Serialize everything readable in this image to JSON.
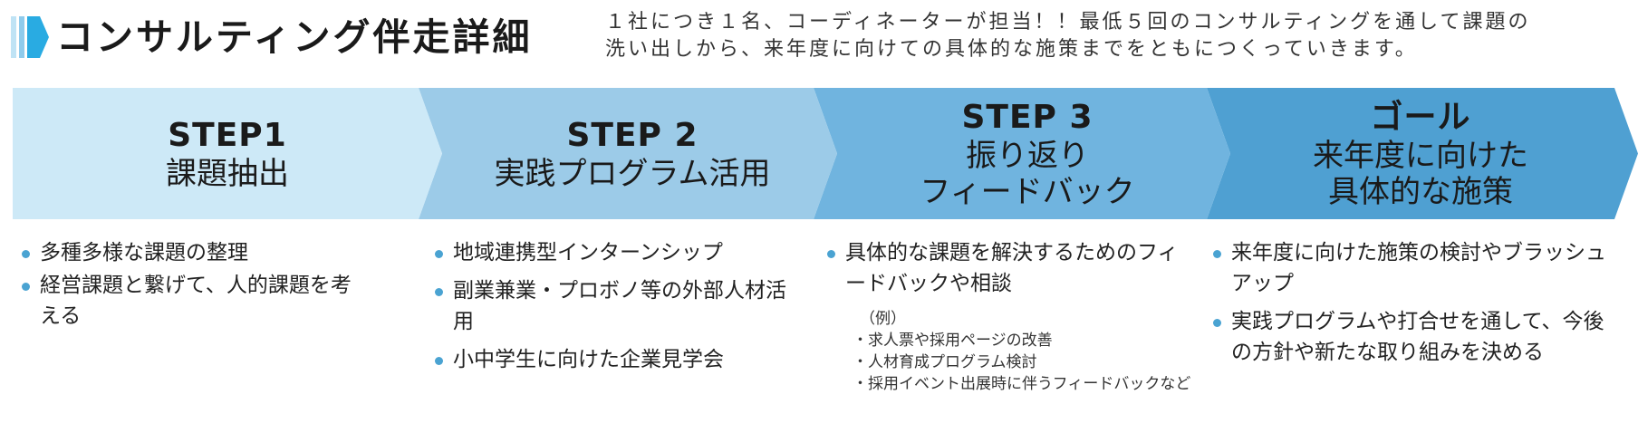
{
  "header": {
    "title": "コンサルティング伴走詳細",
    "intro_lines": [
      "１社につき１名、コーディネーターが担当！！最低５回のコンサルティングを通して課題の",
      "洗い出しから、来年度に向けての具体的な施策までをともにつくっていきます。"
    ]
  },
  "steps": [
    {
      "head": "STEP1",
      "lines": [
        "課題抽出"
      ]
    },
    {
      "head": "STEP 2",
      "lines": [
        "実践プログラム活用"
      ]
    },
    {
      "head": "STEP 3",
      "lines": [
        "振り返り",
        "フィードバック"
      ]
    },
    {
      "head": "ゴール",
      "lines": [
        "来年度に向けた",
        "具体的な施策"
      ]
    }
  ],
  "details": [
    {
      "items": [
        "多種多様な課題の整理",
        "経営課題と繋げて、人的課題を考える"
      ]
    },
    {
      "items": [
        "地域連携型インターンシップ",
        "副業兼業・プロボノ等の外部人材活用",
        "小中学生に向けた企業見学会"
      ]
    },
    {
      "items": [
        "具体的な課題を解決するためのフィードバックや相談"
      ],
      "example_label": "（例）",
      "example_lines": [
        "・求人票や採用ページの改善",
        "・人材育成プログラム検討",
        "・採用イベント出展時に伴うフィードバックなど"
      ]
    },
    {
      "items": [
        "来年度に向けた施策の検討やブラッシュアップ",
        "実践プログラムや打合せを通して、今後の方針や新たな取り組みを決める"
      ]
    }
  ],
  "colors": {
    "step1": "#cde9f7",
    "step2": "#9ccbe8",
    "step3": "#70b4df",
    "step4": "#4fa0d2",
    "bullet": "#4aa3d2",
    "title_mark": "#29abe2"
  }
}
